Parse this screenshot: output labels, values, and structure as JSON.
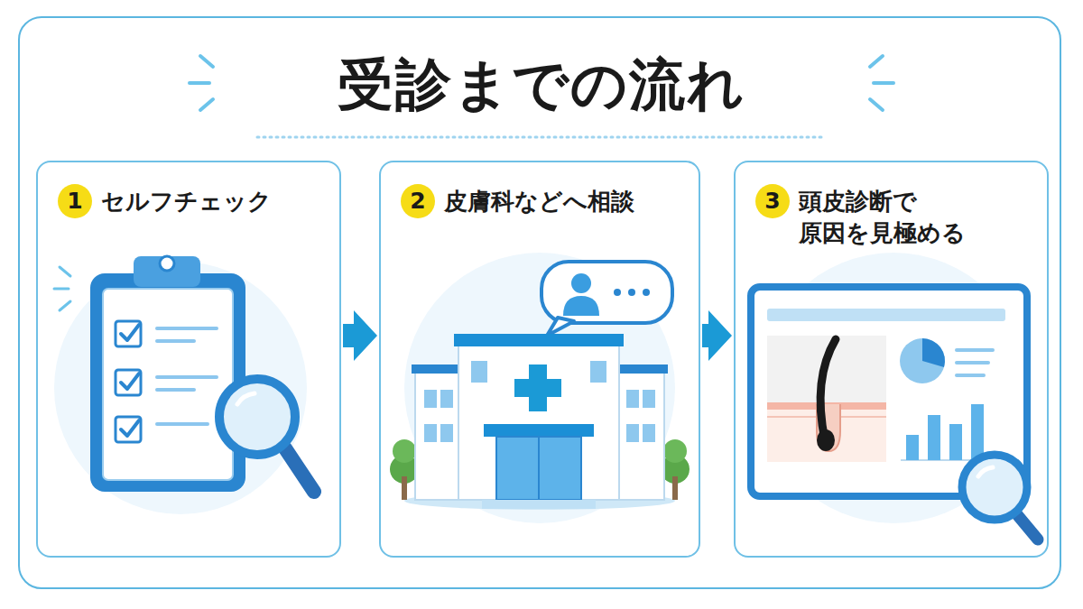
{
  "diagram": {
    "title": "受診までの流れ",
    "nodes": [
      {
        "text": [
          "1",
          "セルフチェック"
        ]
      },
      {
        "text": [
          "2",
          "皮膚科などへ相談"
        ]
      },
      {
        "text": [
          "3",
          "頭皮診断で 原因を見極める"
        ]
      }
    ],
    "edges": [
      {
        "from": 0,
        "to": 1,
        "arrow": "to"
      },
      {
        "from": 1,
        "to": 2,
        "arrow": "to"
      }
    ]
  }
}
